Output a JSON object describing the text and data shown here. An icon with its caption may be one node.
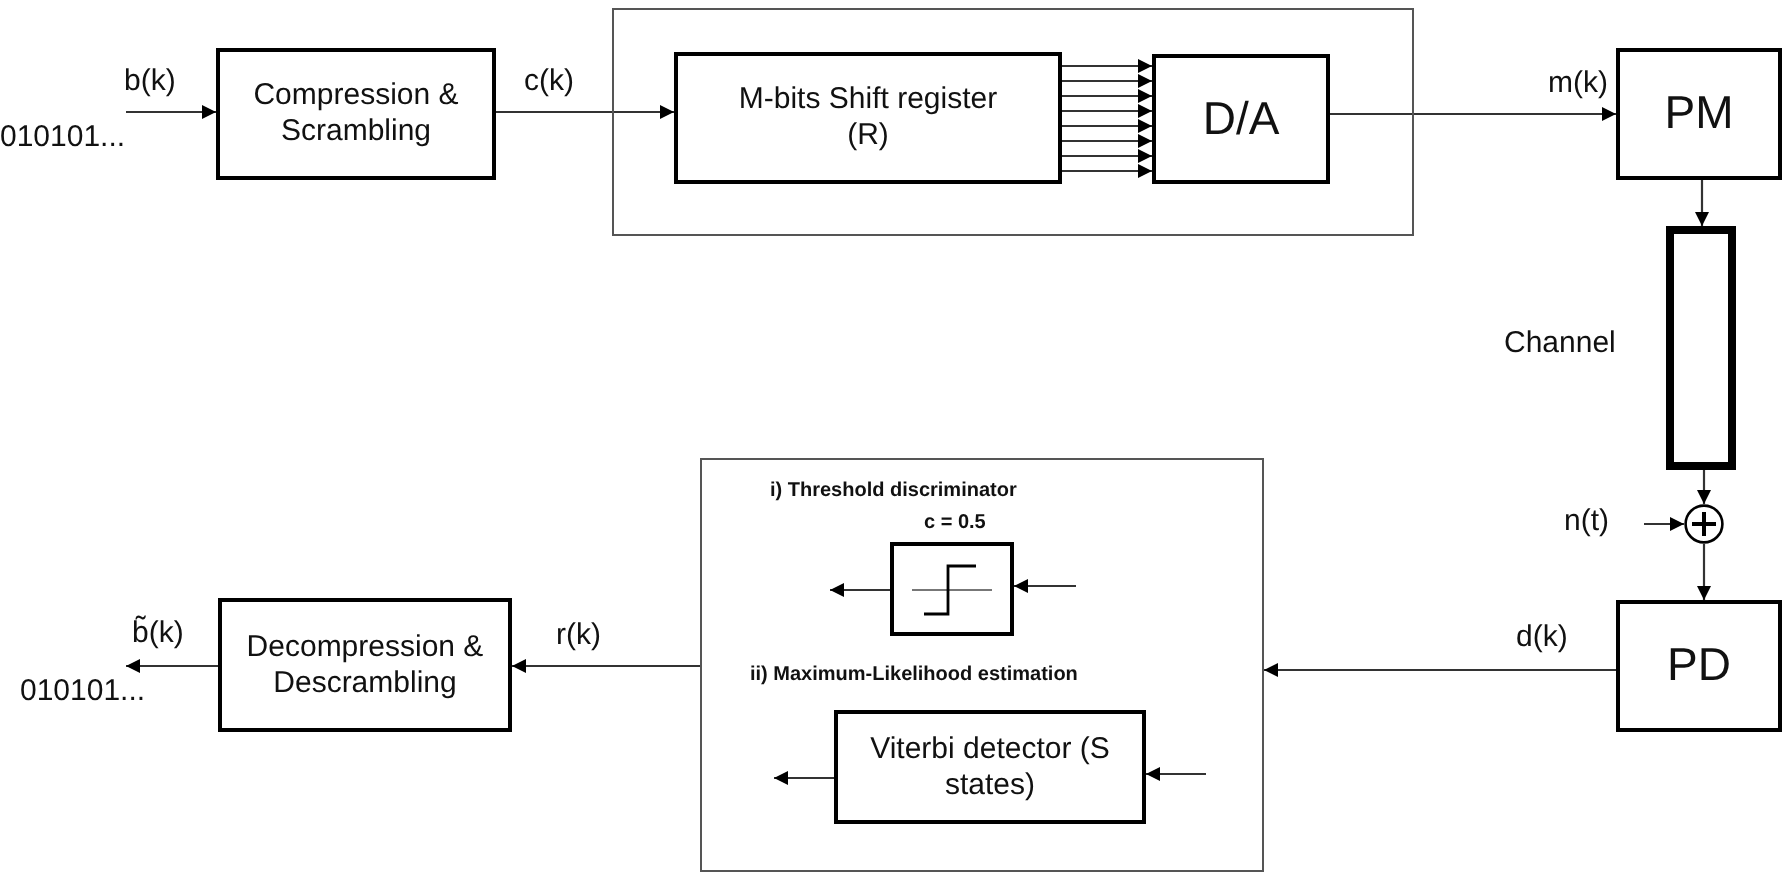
{
  "diagram": {
    "nodes": [
      {
        "text": [
          "Compression & Scrambling"
        ]
      },
      {
        "text": [],
        "shape": "box"
      },
      {
        "text": [
          "M-bits Shift register (R)"
        ],
        "in": 1
      },
      {
        "text": [
          "D/A"
        ],
        "in": 1
      },
      {
        "text": [
          "PM"
        ]
      },
      {
        "text": [],
        "shape": "bar",
        "beside": [
          "Channel"
        ]
      },
      {
        "text": [],
        "shape": "circle"
      },
      {
        "text": [
          "Decompression & Descrambling"
        ]
      },
      {
        "text": [
          "i) Threshold discriminator",
          "ii) Maximum-Likelihood estimation"
        ]
      },
      {
        "text": [
          "c = 0.5"
        ],
        "in": 8
      },
      {
        "text": [
          "Viterbi detector (S states)"
        ],
        "in": 8
      },
      {
        "text": [
          "PD"
        ]
      },
      {
        "text": [
          "010101..."
        ]
      },
      {
        "text": [
          "010101..."
        ]
      }
    ],
    "edges": [
      {
        "from": 12,
        "to": 0,
        "arrow": "to",
        "label": "b(k)"
      },
      {
        "from": 0,
        "to": 2,
        "arrow": "to",
        "label": "c(k)"
      },
      {
        "from": 2,
        "to": 3,
        "arrow": "to"
      },
      {
        "from": 2,
        "to": 3,
        "arrow": "to"
      },
      {
        "from": 2,
        "to": 3,
        "arrow": "to"
      },
      {
        "from": 2,
        "to": 3,
        "arrow": "to"
      },
      {
        "from": 2,
        "to": 3,
        "arrow": "to"
      },
      {
        "from": 2,
        "to": 3,
        "arrow": "to"
      },
      {
        "from": 2,
        "to": 3,
        "arrow": "to"
      },
      {
        "from": 2,
        "to": 3,
        "arrow": "to"
      },
      {
        "from": 3,
        "to": 4,
        "arrow": "to",
        "label": "m(k)"
      },
      {
        "from": 4,
        "to": 5,
        "arrow": "to"
      },
      {
        "from": 5,
        "to": 6,
        "arrow": "to"
      },
      {
        "from": null,
        "to": 6,
        "arrow": "to",
        "label": "n(t)"
      },
      {
        "from": 6,
        "to": 11,
        "arrow": "to"
      },
      {
        "from": 11,
        "to": 8,
        "arrow": "to",
        "label": "d(k)"
      },
      {
        "from": 8,
        "to": 7,
        "arrow": "to",
        "label": "r(k)"
      },
      {
        "from": 7,
        "to": 13,
        "arrow": "to",
        "label": "b̃(k)"
      },
      {
        "from": null,
        "to": 9,
        "arrow": "to"
      },
      {
        "from": 9,
        "to": null,
        "arrow": "to"
      },
      {
        "from": null,
        "to": 10,
        "arrow": "to"
      },
      {
        "from": 10,
        "to": null,
        "arrow": "to"
      }
    ]
  }
}
